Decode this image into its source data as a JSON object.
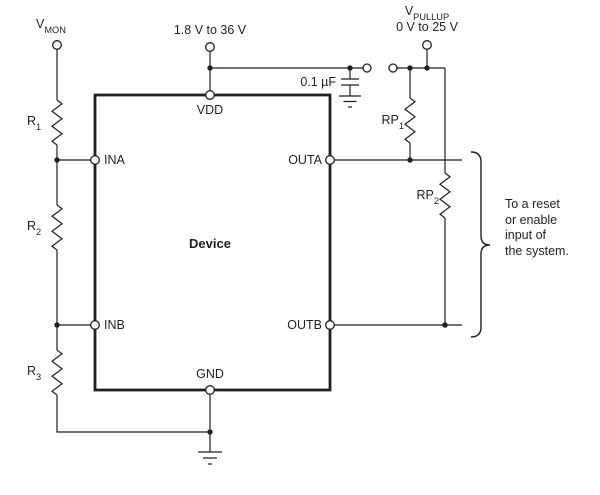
{
  "device": {
    "label": "Device",
    "pins": {
      "ina": "INA",
      "inb": "INB",
      "vdd": "VDD",
      "gnd": "GND",
      "outa": "OUTA",
      "outb": "OUTB"
    }
  },
  "rails": {
    "vmon": {
      "base": "V",
      "sub": "MON"
    },
    "supply_range": "1.8 V to 36 V",
    "vpullup": {
      "base": "V",
      "sub": "PULLUP"
    },
    "vpullup_range": "0 V to 25 V"
  },
  "components": {
    "r1": {
      "base": "R",
      "sub": "1"
    },
    "r2": {
      "base": "R",
      "sub": "2"
    },
    "r3": {
      "base": "R",
      "sub": "3"
    },
    "rp1": {
      "base": "RP",
      "sub": "1"
    },
    "rp2": {
      "base": "RP",
      "sub": "2"
    },
    "cap": "0.1 µF"
  },
  "annotation": {
    "lines": [
      "To a reset",
      "or enable",
      "input of",
      "the system."
    ]
  },
  "colors": {
    "wire": "#231f20",
    "background": "#ffffff"
  }
}
